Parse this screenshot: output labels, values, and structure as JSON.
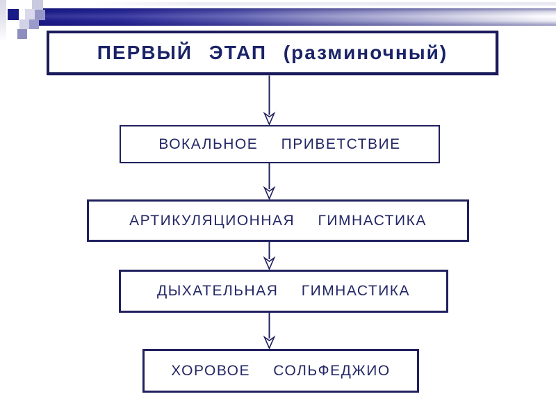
{
  "slide": {
    "kind": "presentation-flowchart-slide",
    "colors": {
      "accent_bar": "#26269A",
      "box_border": "#20205E",
      "title_border": "#1B1B5C",
      "text": "#232765",
      "background": "#FFFFFF"
    }
  },
  "flowchart": {
    "title": "ПЕРВЫЙ ЭТАП (разминочный)",
    "steps": [
      "ВОКАЛЬНОЕ ПРИВЕТСТВИЕ",
      "АРТИКУЛЯЦИОННАЯ ГИМНАСТИКА",
      "ДЫХАТЕЛЬНАЯ ГИМНАСТИКА",
      "ХОРОВОЕ СОЛЬФЕДЖИО"
    ]
  }
}
